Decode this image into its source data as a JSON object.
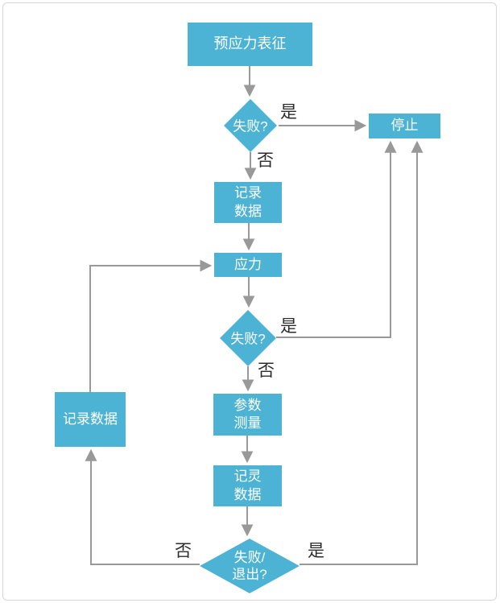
{
  "diagram": {
    "type": "flowchart",
    "colors": {
      "node_fill": "#4db3d4",
      "node_text": "#ffffff",
      "connector": "#999999",
      "edge_label_text": "#2d2d2d",
      "page_border": "#d6d6d6",
      "background": "#ffffff"
    },
    "nodes": {
      "start": {
        "label": "预应力表征",
        "shape": "rect"
      },
      "decision1": {
        "label": "失败?",
        "shape": "diamond"
      },
      "stop": {
        "label": "停止",
        "shape": "rect"
      },
      "record1": {
        "label": "记录\n数据",
        "shape": "rect"
      },
      "stress": {
        "label": "应力",
        "shape": "rect"
      },
      "decision2": {
        "label": "失败?",
        "shape": "diamond"
      },
      "param": {
        "label": "参数\n测量",
        "shape": "rect"
      },
      "record2": {
        "label": "记灵\n数据",
        "shape": "rect"
      },
      "decision3": {
        "label": "失败/\n退出?",
        "shape": "diamond"
      },
      "record_loop": {
        "label": "记录数据",
        "shape": "rect"
      }
    },
    "edge_labels": {
      "yes1": "是",
      "no1": "否",
      "yes2": "是",
      "no2": "否",
      "yes3": "是",
      "no3": "否"
    },
    "edges": [
      {
        "from": "start",
        "to": "decision1",
        "label": ""
      },
      {
        "from": "decision1",
        "to": "stop",
        "label": "是"
      },
      {
        "from": "decision1",
        "to": "record1",
        "label": "否"
      },
      {
        "from": "record1",
        "to": "stress",
        "label": ""
      },
      {
        "from": "stress",
        "to": "decision2",
        "label": ""
      },
      {
        "from": "decision2",
        "to": "stop",
        "label": "是"
      },
      {
        "from": "decision2",
        "to": "param",
        "label": "否"
      },
      {
        "from": "param",
        "to": "record2",
        "label": ""
      },
      {
        "from": "record2",
        "to": "decision3",
        "label": ""
      },
      {
        "from": "decision3",
        "to": "record_loop",
        "label": "否"
      },
      {
        "from": "decision3",
        "to": "stop",
        "label": "是"
      },
      {
        "from": "record_loop",
        "to": "stress",
        "label": ""
      }
    ]
  }
}
